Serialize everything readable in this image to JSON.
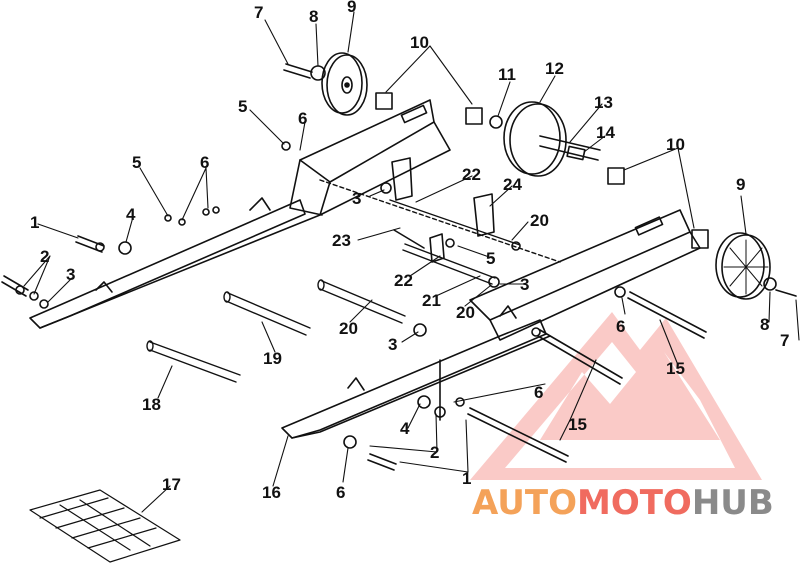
{
  "diagram": {
    "callouts": [
      {
        "id": "c7a",
        "text": "7"
      },
      {
        "id": "c8a",
        "text": "8"
      },
      {
        "id": "c9a",
        "text": "9"
      },
      {
        "id": "c10a",
        "text": "10"
      },
      {
        "id": "c11",
        "text": "11"
      },
      {
        "id": "c12",
        "text": "12"
      },
      {
        "id": "c13",
        "text": "13"
      },
      {
        "id": "c14",
        "text": "14"
      },
      {
        "id": "c5a",
        "text": "5"
      },
      {
        "id": "c6a",
        "text": "6"
      },
      {
        "id": "c5b",
        "text": "5"
      },
      {
        "id": "c6b",
        "text": "6"
      },
      {
        "id": "c10b",
        "text": "10"
      },
      {
        "id": "c9b",
        "text": "9"
      },
      {
        "id": "c22a",
        "text": "22"
      },
      {
        "id": "c24",
        "text": "24"
      },
      {
        "id": "c3a",
        "text": "3"
      },
      {
        "id": "c20a",
        "text": "20"
      },
      {
        "id": "c23",
        "text": "23"
      },
      {
        "id": "c1a",
        "text": "1"
      },
      {
        "id": "c4a",
        "text": "4"
      },
      {
        "id": "c2a",
        "text": "2"
      },
      {
        "id": "c3b",
        "text": "3"
      },
      {
        "id": "c5c",
        "text": "5"
      },
      {
        "id": "c22b",
        "text": "22"
      },
      {
        "id": "c3c",
        "text": "3"
      },
      {
        "id": "c21",
        "text": "21"
      },
      {
        "id": "c20b",
        "text": "20"
      },
      {
        "id": "c20c",
        "text": "20"
      },
      {
        "id": "c6c",
        "text": "6"
      },
      {
        "id": "c8b",
        "text": "8"
      },
      {
        "id": "c7b",
        "text": "7"
      },
      {
        "id": "c15a",
        "text": "15"
      },
      {
        "id": "c3d",
        "text": "3"
      },
      {
        "id": "c19",
        "text": "19"
      },
      {
        "id": "c6d",
        "text": "6"
      },
      {
        "id": "c18",
        "text": "18"
      },
      {
        "id": "c15b",
        "text": "15"
      },
      {
        "id": "c4b",
        "text": "4"
      },
      {
        "id": "c2b",
        "text": "2"
      },
      {
        "id": "c1b",
        "text": "1"
      },
      {
        "id": "c16",
        "text": "16"
      },
      {
        "id": "c6e",
        "text": "6"
      },
      {
        "id": "c17",
        "text": "17"
      }
    ]
  },
  "watermark": {
    "part1": "AUTO",
    "part2": "MOTO",
    "part3": "HUB",
    "color_primary": "#f4a259",
    "color_secondary": "#f06b5f",
    "color_dark": "#8a8a8a"
  }
}
